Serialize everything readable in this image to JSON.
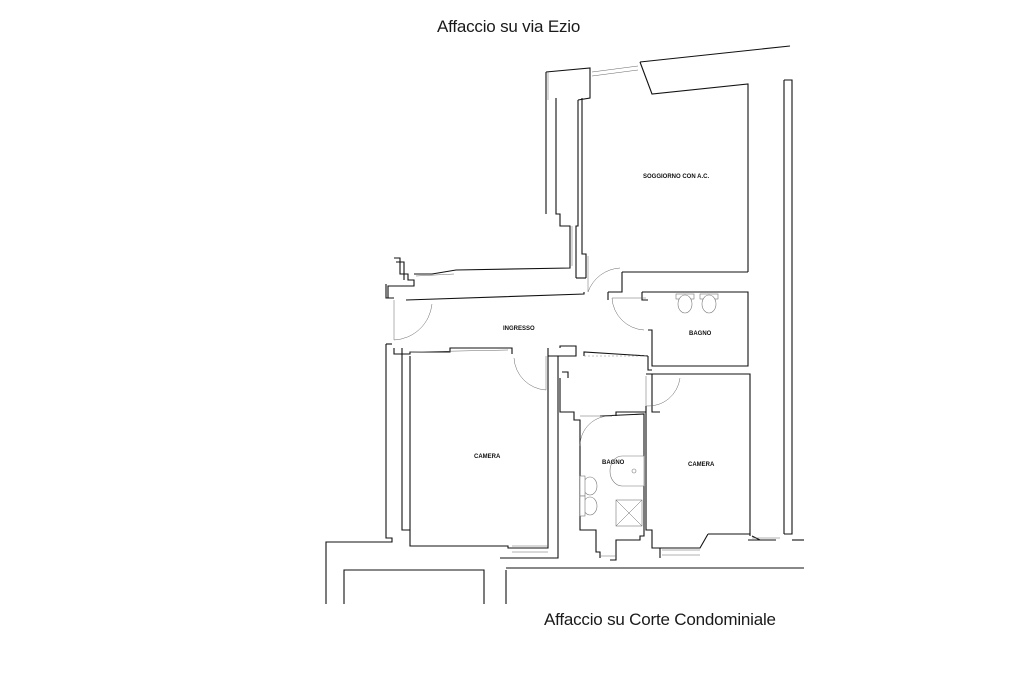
{
  "headings": {
    "top": "Affaccio su via Ezio",
    "bottom": "Affaccio su Corte Condominiale"
  },
  "rooms": {
    "soggiorno": "SOGGIORNO CON A.C.",
    "ingresso": "INGRESSO",
    "bagno_upper": "BAGNO",
    "camera_left": "CAMERA",
    "bagno_lower": "BAGNO",
    "camera_right": "CAMERA"
  }
}
